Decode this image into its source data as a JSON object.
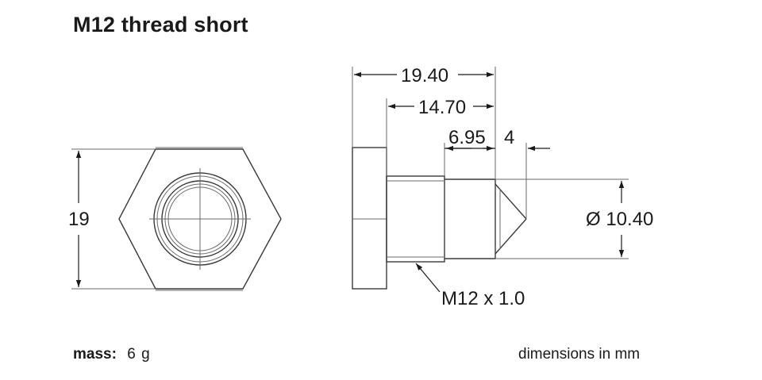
{
  "title": "M12 thread short",
  "mass": {
    "label": "mass:",
    "value": "6",
    "unit": "g"
  },
  "units_note": "dimensions in mm",
  "dimensions": {
    "hex_across_flats": "19",
    "overall_length": "19.40",
    "length_to_head": "14.70",
    "thread_length": "6.95",
    "tip_length": "4",
    "tip_diameter": "Ø 10.40",
    "thread_callout": "M12 x 1.0"
  }
}
